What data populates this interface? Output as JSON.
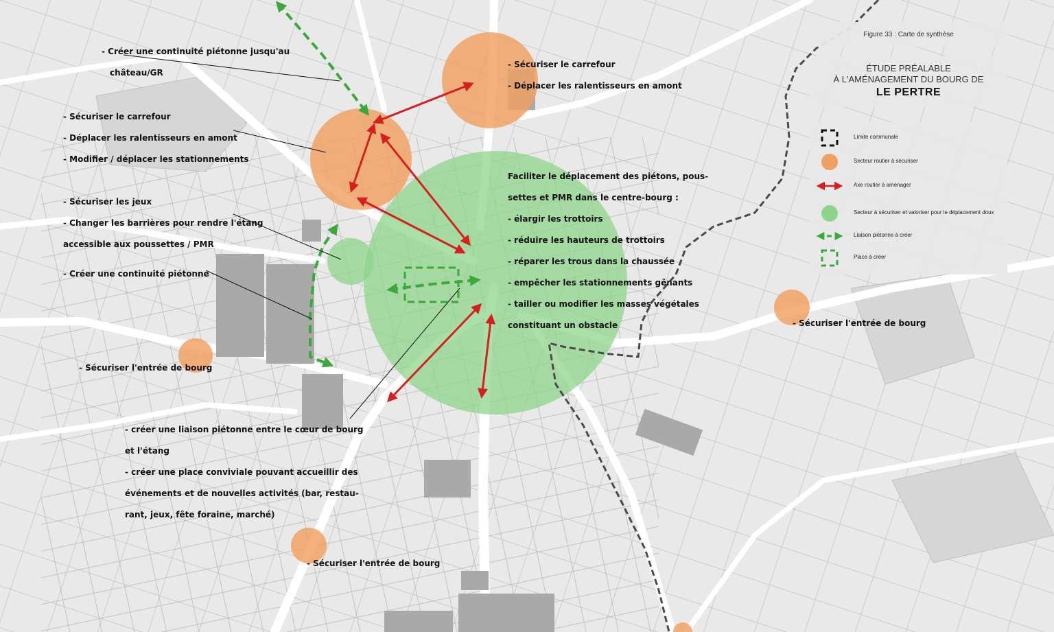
{
  "figure_caption": "Figure 33 : Carte de synthèse",
  "title": {
    "line1": "ÉTUDE PRÉALABLE",
    "line2": "À L'AMÉNAGEMENT DU BOURG DE",
    "place": "LE PERTRE"
  },
  "legend": [
    {
      "symbol": "dashed-square",
      "label": "Limite communale"
    },
    {
      "symbol": "orange-circle",
      "label": "Secteur routier à sécuriser"
    },
    {
      "symbol": "red-double-arrow",
      "label": "Axe routier à aménager"
    },
    {
      "symbol": "green-circle",
      "label": "Secteur à sécuriser et valoriser pour le déplacement doux"
    },
    {
      "symbol": "green-dashed-arrow",
      "label": "Liaison piétonne à créer"
    },
    {
      "symbol": "green-dashed-square",
      "label": "Place à créer"
    }
  ],
  "annotations": {
    "chateau": [
      "- Créer une continuité piétonne jusqu'au",
      "château/GR"
    ],
    "carrefour_nw": [
      "- Sécuriser le carrefour",
      "- Déplacer les ralentisseurs en amont",
      "- Modifier / déplacer les stationnements"
    ],
    "carrefour_n": [
      "- Sécuriser le carrefour",
      "- Déplacer les ralentisseurs en amont"
    ],
    "jeux": [
      "- Sécuriser les jeux",
      "- Changer les barrières pour rendre l'étang",
      "accessible aux poussettes / PMR"
    ],
    "continuite": [
      "- Créer une continuité piétonne"
    ],
    "centre": [
      "Faciliter le déplacement des piétons, pous-",
      "settes et PMR dans le centre-bourg :",
      "- élargir les trottoirs",
      "- réduire les hauteurs de trottoirs",
      "- réparer les trous dans la chaussée",
      "- empêcher les stationnements gênants",
      "- tailler ou modifier les masses végétales",
      "constituant un obstacle"
    ],
    "entree_w": [
      "- Sécuriser l'entrée de bourg"
    ],
    "entree_e": [
      "- Sécuriser l'entrée de bourg"
    ],
    "entree_s": [
      "- Sécuriser l'entrée de bourg"
    ],
    "liaison": [
      "- créer une liaison piétonne entre le cœur de bourg",
      "et l'étang",
      "- créer une place conviviale pouvant accueillir des",
      "événements et de nouvelles activités (bar, restau-",
      "rant, jeux, fête foraine, marché)"
    ]
  },
  "colors": {
    "background": "#e9e9e9",
    "road": "#ffffff",
    "parcel_line": "#9a9a9a",
    "building": "#a9a9a9",
    "orange": "#f0a061",
    "green": "#8ed48a",
    "red_arrow": "#d62020",
    "green_dash": "#3aa83a",
    "commune_limit": "#4a4a4a"
  }
}
